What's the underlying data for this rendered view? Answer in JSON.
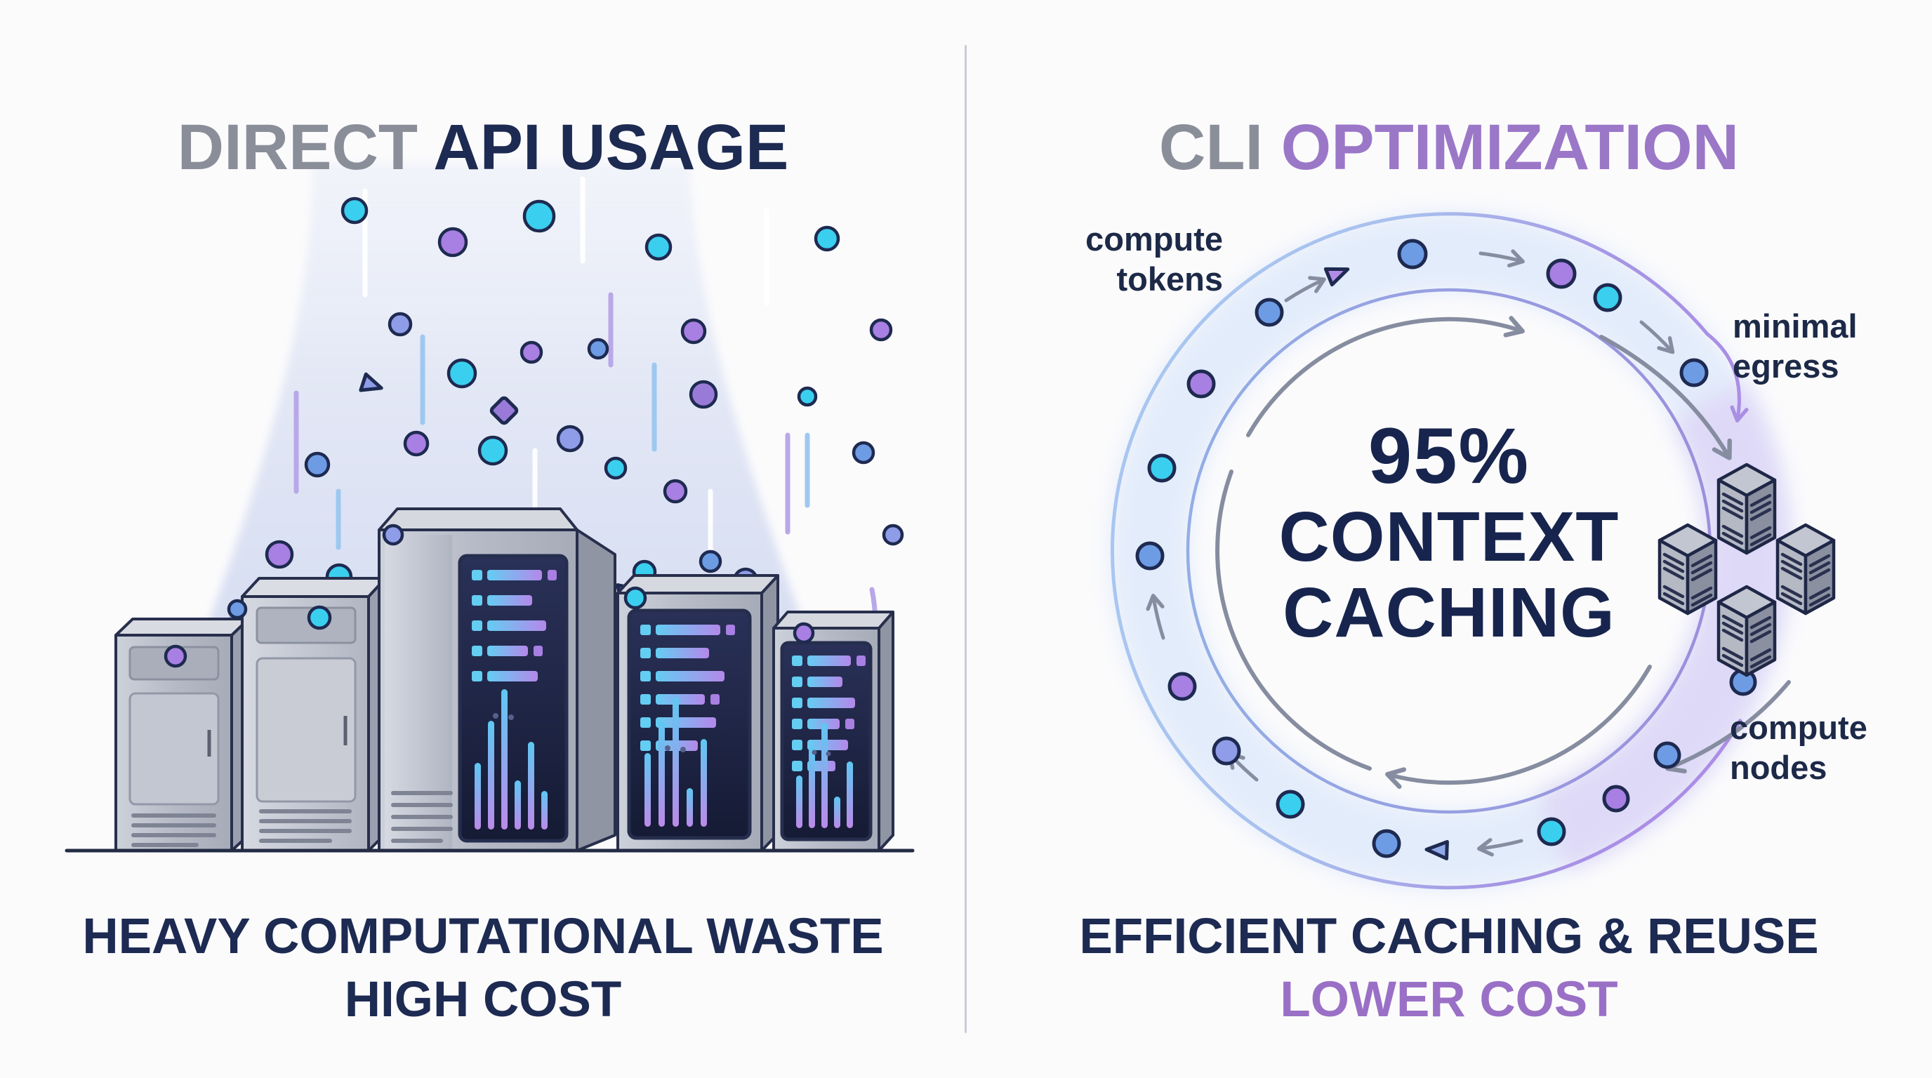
{
  "left_panel": {
    "title_muted": "DIRECT",
    "title_main": " API USAGE",
    "caption_line1": "HEAVY COMPUTATIONAL WASTE",
    "caption_line2": "HIGH COST"
  },
  "right_panel": {
    "title_muted": "CLI",
    "title_main": " OPTIMIZATION",
    "stat_value": "95%",
    "stat_line2": "CONTEXT",
    "stat_line3": "CACHING",
    "label_tokens_line1": "compute",
    "label_tokens_line2": "tokens",
    "label_egress_line1": "minimal",
    "label_egress_line2": "egress",
    "label_nodes_line1": "compute",
    "label_nodes_line2": "nodes",
    "caption_line1": "EFFICIENT CACHING & REUSE",
    "caption_line2": "LOWER COST"
  },
  "colors": {
    "navy": "#1d2a52",
    "muted_gray": "#8a8e99",
    "title_purple": "#9b77c8",
    "caption_purple": "#9a70c6",
    "ring_blue": "#a5c4f0",
    "ring_purple": "#a98fe2",
    "inner_ring": "#97a0dc",
    "arrow_gray": "#868da0",
    "token_cyan": "#3bcfef",
    "token_blue": "#6d9ce5",
    "token_purple": "#a87fe2",
    "token_periwinkle": "#8f9ce8",
    "server_gray": "#b9bdc8",
    "screen_navy": "#1e2542"
  }
}
